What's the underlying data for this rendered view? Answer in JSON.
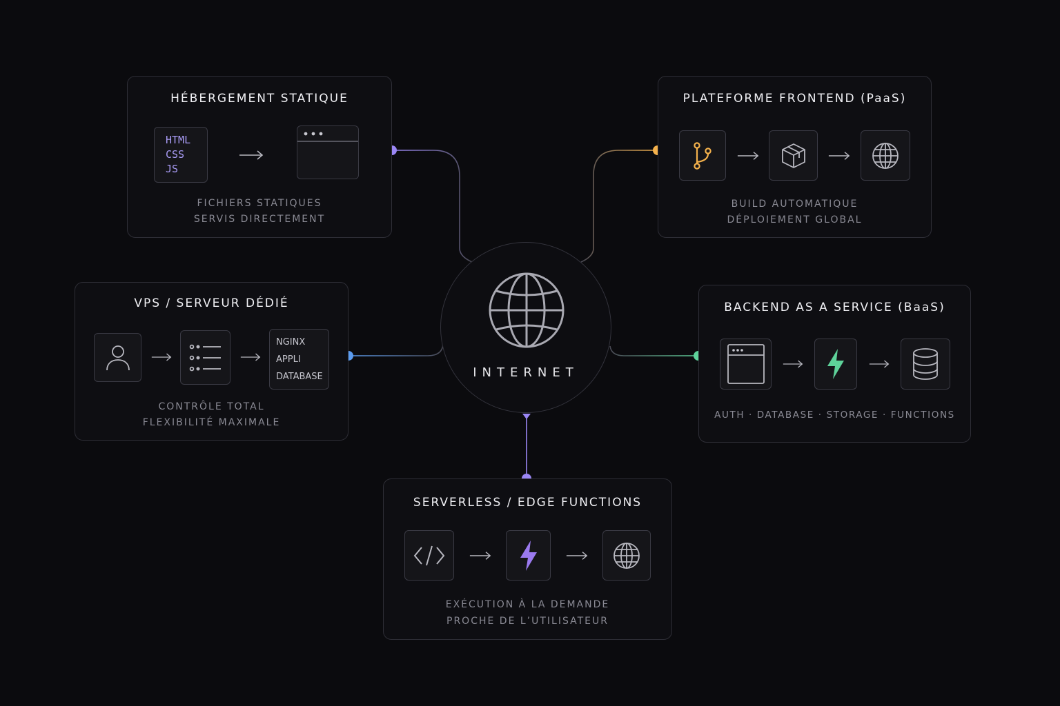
{
  "hub": {
    "label": "INTERNET"
  },
  "static_hosting": {
    "title": "HÉBERGEMENT STATIQUE",
    "files": [
      "HTML",
      "CSS",
      "JS"
    ],
    "subtitle": [
      "FICHIERS STATIQUES",
      "SERVIS DIRECTEMENT"
    ]
  },
  "frontend_paas": {
    "title": "PLATEFORME FRONTEND (PaaS)",
    "subtitle": [
      "BUILD AUTOMATIQUE",
      "DÉPLOIEMENT GLOBAL"
    ]
  },
  "vps": {
    "title": "VPS / SERVEUR DÉDIÉ",
    "stack": [
      "NGINX",
      "APPLI",
      "DATABASE"
    ],
    "subtitle": [
      "CONTRÔLE TOTAL",
      "FLEXIBILITÉ MAXIMALE"
    ]
  },
  "baas": {
    "title": "BACKEND AS A SERVICE (BaaS)",
    "subtitle": "AUTH · DATABASE · STORAGE · FUNCTIONS"
  },
  "serverless": {
    "title": "SERVERLESS / EDGE FUNCTIONS",
    "subtitle": [
      "EXÉCUTION À LA DEMANDE",
      "PROCHE DE L’UTILISATEUR"
    ]
  },
  "colors": {
    "purple": "#9b87f5",
    "orange": "#f5b24c",
    "blue": "#5b9cf0",
    "green": "#5ed29a",
    "wire_gray": "#5a5a66"
  }
}
